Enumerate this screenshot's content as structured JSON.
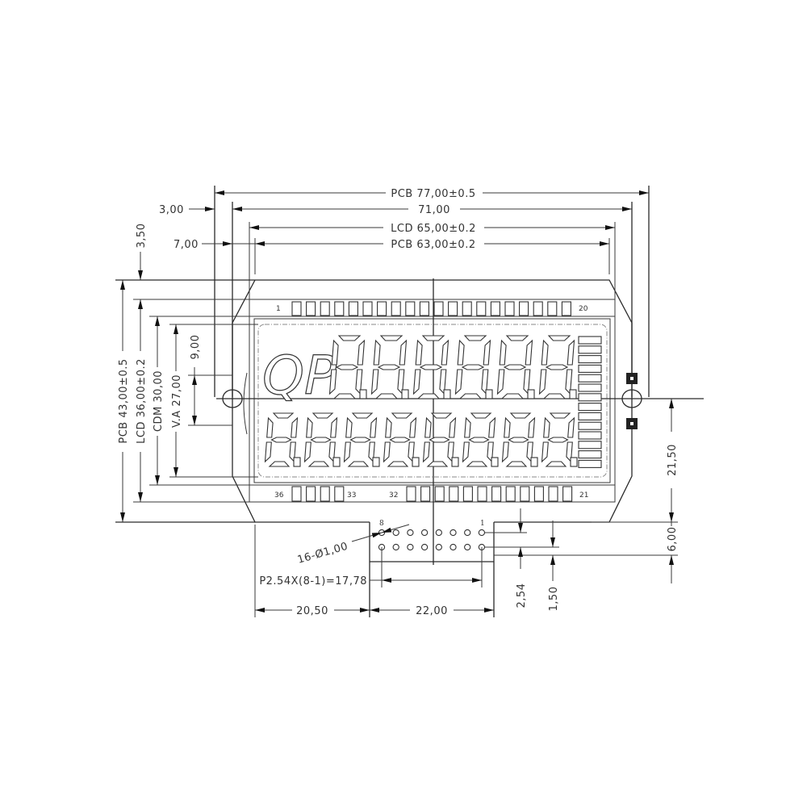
{
  "drawing": {
    "title": "LCD module outline drawing",
    "line_color": "#2a2a2a",
    "background": "#ffffff"
  },
  "dimensions_horizontal": {
    "pcb_width": "PCB 77,00±0.5",
    "hole_pitch": "71,00",
    "lcd_width": "LCD 65,00±0.2",
    "pcb_inner_width": "PCB 63,00±0.2",
    "hole_offset": "3,00",
    "inner_offset": "7,00"
  },
  "dimensions_vertical": {
    "top_offset": "3,50",
    "pcb_height": "PCB 43,00±0.5",
    "lcd_height": "LCD 36,00±0.2",
    "com_height": "CDM 30,00",
    "va_height": "V.A 27,00",
    "va_half": "9,00",
    "center_to_bottom": "21,50"
  },
  "connector": {
    "holes_label": "16-Ø1,00",
    "pitch_label": "P2.54X(8-1)=17,78",
    "left_offset": "20,50",
    "cutout_width": "22,00",
    "row_pitch": "2,54",
    "edge_offset": "1,50",
    "depth": "6,00",
    "pin_first": "1",
    "pin_last": "8",
    "rows": 2,
    "cols": 8
  },
  "lcd": {
    "logo_text": "QP",
    "top_row_digits": 6,
    "bottom_row_digits": 8,
    "bar_segments": 14,
    "pins_top": {
      "first": "1",
      "last": "20",
      "count": 20
    },
    "pins_bottom_left": {
      "first": "36",
      "last": "33",
      "count": 4
    },
    "pins_bottom_right": {
      "first": "32",
      "last": "21",
      "count": 12
    }
  }
}
